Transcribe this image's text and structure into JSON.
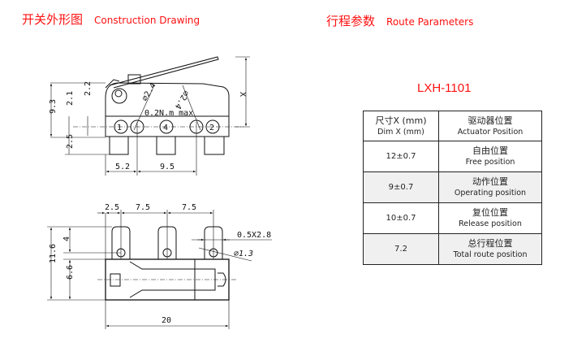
{
  "headers": {
    "left": {
      "cn": "开关外形图",
      "en": "Construction Drawing"
    },
    "right": {
      "cn": "行程参数",
      "en": "Route Parameters"
    }
  },
  "model": "LXH-1101",
  "table": {
    "header": {
      "c1_cn": "尺寸X (mm)",
      "c1_en": "Dim X (mm)",
      "c2_cn": "驱动器位置",
      "c2_en": "Actuator Position"
    },
    "rows": [
      {
        "value": "12±0.7",
        "cn": "自由位置",
        "en": "Free position"
      },
      {
        "value": "9±0.7",
        "cn": "动作位置",
        "en": "Operating position"
      },
      {
        "value": "10±0.7",
        "cn": "复位位置",
        "en": "Release position"
      },
      {
        "value": "7.2",
        "cn": "总行程位置",
        "en": "Total route position"
      }
    ]
  },
  "drawing_top": {
    "dims": {
      "h_total": "9.3",
      "h_2_1": "2.1",
      "h_2_2": "2.2",
      "h_2_5": "2.5",
      "w_5_2": "5.2",
      "w_9_5": "9.5",
      "x": "X",
      "hole_left": "⌀2.4",
      "hole_right": "⌀2.4",
      "torque": "0.2N.m max"
    },
    "terminals": [
      "1",
      "4",
      "2"
    ]
  },
  "drawing_bottom": {
    "dims": {
      "p1": "2.5",
      "p2": "7.5",
      "p3": "7.5",
      "h_total": "11.6",
      "h_4": "4",
      "h_6_6": "6.6",
      "width": "20",
      "tab": "0.5X2.8",
      "hole": "⌀1.3"
    }
  }
}
